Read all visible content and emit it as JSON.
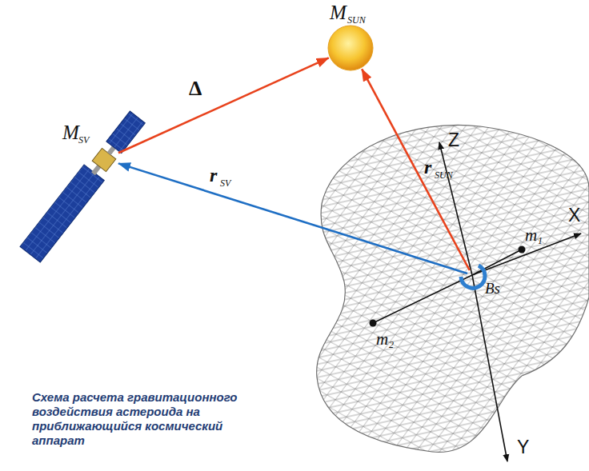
{
  "diagram": {
    "caption": "Схема расчета гравитационного воздействия астероида на приближающийся космический аппарат",
    "nodes": [
      {
        "text": [
          "M",
          "SUN"
        ]
      },
      {
        "text": [
          "M",
          "SV"
        ]
      },
      {
        "text": [
          "Bs"
        ]
      }
    ],
    "edges": [
      {
        "from": 1,
        "to": 0,
        "arrow": "to",
        "label": "Δ"
      },
      {
        "from": 2,
        "to": 0,
        "arrow": "to"
      },
      {
        "from": 2,
        "to": 1,
        "arrow": "to"
      }
    ],
    "labels": [
      "r",
      "SUN",
      "r",
      "SV",
      "Z",
      "X",
      "Y",
      "m",
      "1",
      "m",
      "2"
    ]
  }
}
